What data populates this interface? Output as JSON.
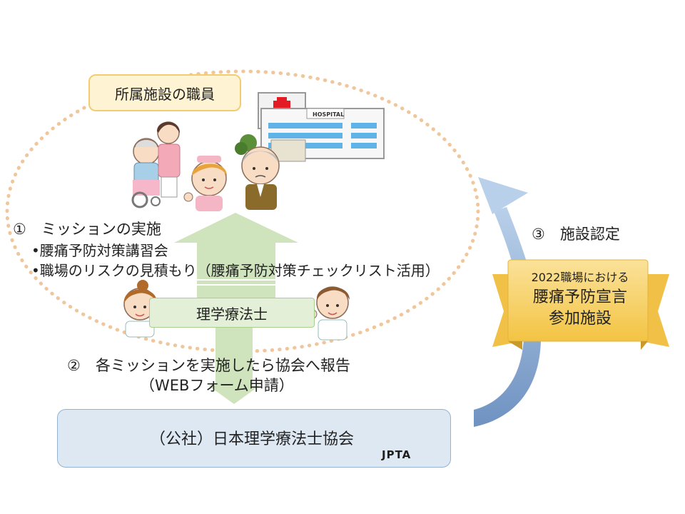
{
  "staff_label": "所属施設の職員",
  "hospital_sign": "HOSPITAL",
  "mission": {
    "title": "①　ミッションの実施",
    "items": [
      "•腰痛予防対策講習会",
      "•職場のリスクの見積もり（腰痛予防対策チェックリスト活用）"
    ]
  },
  "physical_therapist_label": "理学療法士",
  "report": {
    "line1": "②　各ミッションを実施したら協会へ報告",
    "line2": "（WEBフォーム申請）"
  },
  "association": {
    "name": "（公社）日本理学療法士協会",
    "logo_text": "JPTA"
  },
  "certification": "③　施設認定",
  "ribbon": {
    "line1": "2022職場における",
    "line2": "腰痛予防宣言",
    "line3": "参加施設"
  },
  "colors": {
    "ellipse_dots": "#f0c69c",
    "green_arrow": "#cfe3bd",
    "blue_arrow": "#8aabd3",
    "ribbon_gold": "#f6cf57",
    "label_fill": "#fef3d2",
    "association_fill": "#dde8f3"
  }
}
